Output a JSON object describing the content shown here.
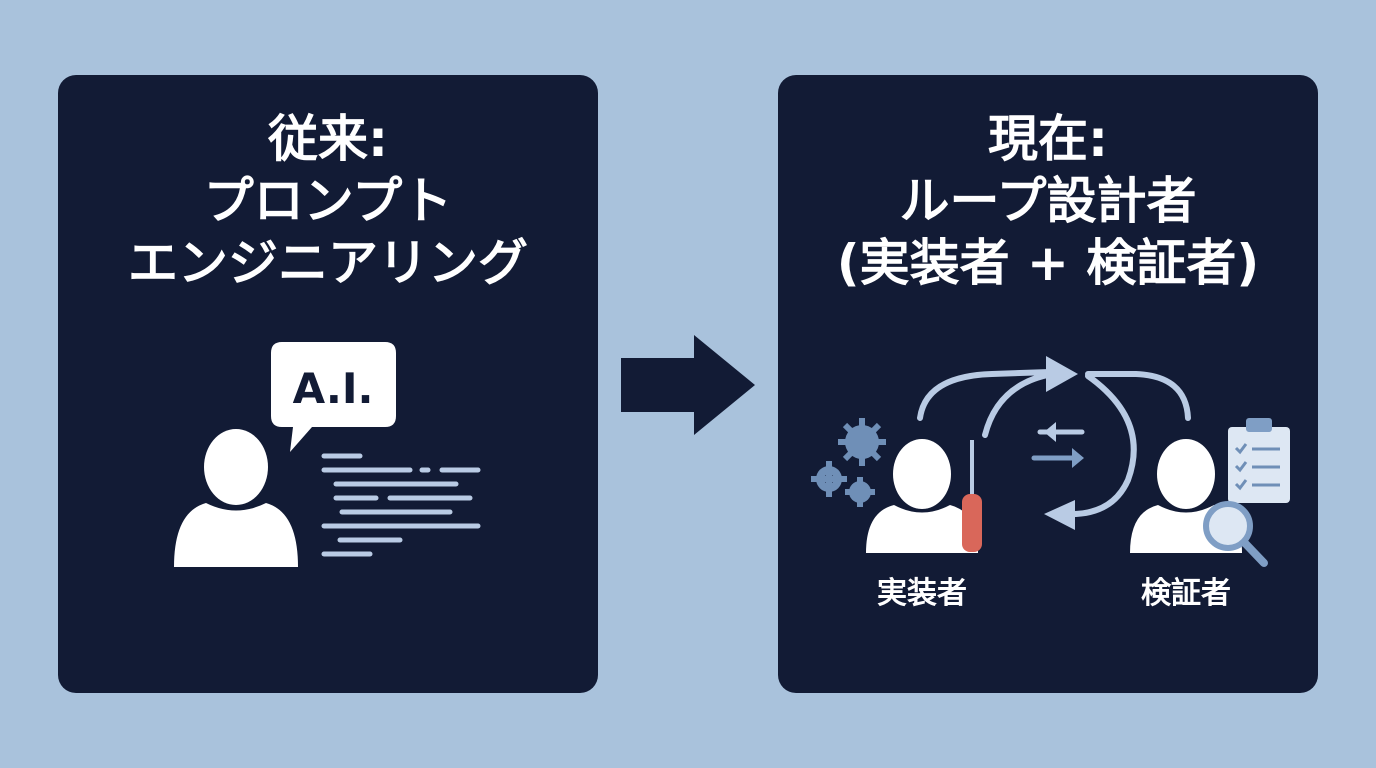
{
  "left_panel": {
    "title_lines": [
      "従来:",
      "プロンプト",
      "エンジニアリング"
    ],
    "bubble_text": "A.I."
  },
  "right_panel": {
    "title_lines": [
      "現在:",
      "ループ設計者",
      "(実装者 + 検証者)"
    ],
    "implementer_label": "実装者",
    "verifier_label": "検証者"
  },
  "colors": {
    "background": "#a9c2dc",
    "panel": "#121b35",
    "text": "#ffffff",
    "accent_light": "#b9cbe4",
    "accent_mid": "#7f9ec5",
    "gear": "#6f8fb7",
    "screwdriver_handle": "#d9675a"
  },
  "icons": [
    "person-icon",
    "speech-bubble-icon",
    "arrow-right-icon",
    "gear-icon",
    "screwdriver-icon",
    "clipboard-checklist-icon",
    "magnifier-icon",
    "cycle-arrows-icon"
  ]
}
